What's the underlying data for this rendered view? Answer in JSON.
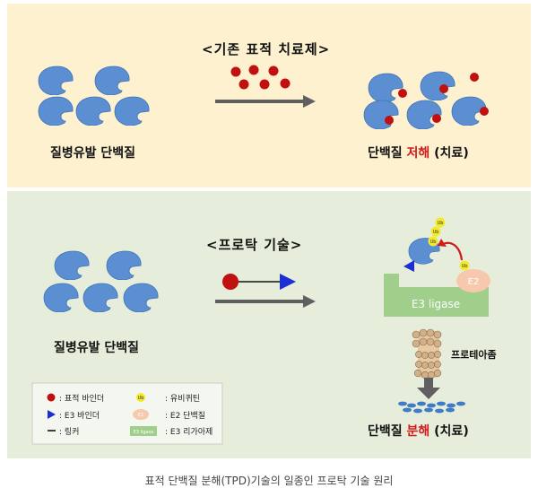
{
  "top": {
    "title": "<기존 표적 치료제>",
    "left_label": "질병유발 단백질",
    "result_prefix": "단백질",
    "result_highlight": "저해",
    "result_suffix": "(치료)"
  },
  "bottom": {
    "title": "<프로탁 기술>",
    "left_label": "질병유발 단백질",
    "e3_label": "E3 ligase",
    "e2_label": "E2",
    "ub_label": "Ub",
    "proteasome_label": "프로테아좀",
    "result_prefix": "단백질",
    "result_highlight": "분해",
    "result_suffix": "(치료)"
  },
  "legend": {
    "target_binder": ": 표적 바인더",
    "e3_binder": ": E3 바인더",
    "linker": ": 링커",
    "ubiquitin": ": 유비퀴틴",
    "e2_protein": ": E2 단백질",
    "e3_ligase": ": E3 리가아제",
    "ub_icon": "Ub",
    "e2_icon": "E2",
    "e3_icon": "E3 ligase"
  },
  "caption": "표적 단백질 분해(TPD)기술의 일종인 프로탁 기술 원리",
  "colors": {
    "top_bg": "#fdf1cf",
    "bottom_bg": "#e6eedb",
    "protein": "#5b8fd1",
    "binder": "#c01010",
    "e3_binder": "#1a2fd6",
    "e3_ligase": "#9fcf8a",
    "e2": "#f6c8ad",
    "ubiquitin": "#f2ea2a",
    "arrow": "#5f5f5f"
  }
}
